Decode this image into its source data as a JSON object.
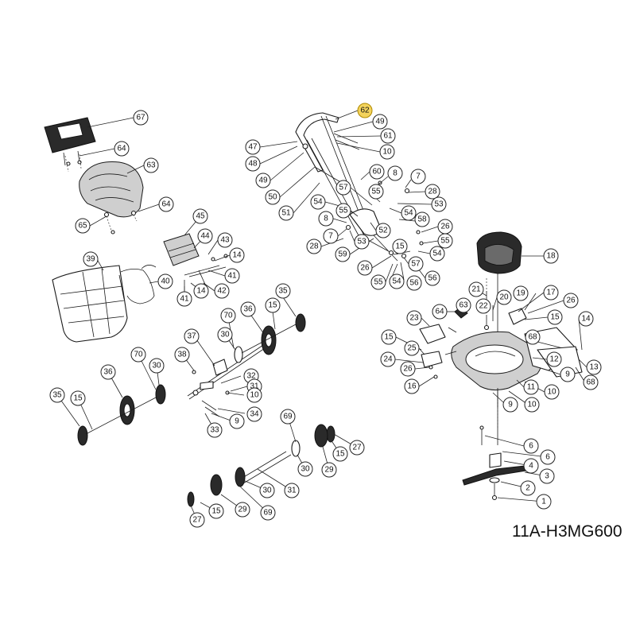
{
  "model_code": "11A-H3MG600",
  "highlight_color": "#f3d35c",
  "callouts": [
    {
      "label": "67",
      "highlight": false
    },
    {
      "label": "64",
      "highlight": false
    },
    {
      "label": "63",
      "highlight": false
    },
    {
      "label": "64",
      "highlight": false
    },
    {
      "label": "65",
      "highlight": false
    },
    {
      "label": "45",
      "highlight": false
    },
    {
      "label": "44",
      "highlight": false
    },
    {
      "label": "43",
      "highlight": false
    },
    {
      "label": "14",
      "highlight": false
    },
    {
      "label": "41",
      "highlight": false
    },
    {
      "label": "14",
      "highlight": false
    },
    {
      "label": "42",
      "highlight": false
    },
    {
      "label": "41",
      "highlight": false
    },
    {
      "label": "39",
      "highlight": false
    },
    {
      "label": "40",
      "highlight": false
    },
    {
      "label": "62",
      "highlight": true
    },
    {
      "label": "49",
      "highlight": false
    },
    {
      "label": "61",
      "highlight": false
    },
    {
      "label": "10",
      "highlight": false
    },
    {
      "label": "47",
      "highlight": false
    },
    {
      "label": "48",
      "highlight": false
    },
    {
      "label": "49",
      "highlight": false
    },
    {
      "label": "50",
      "highlight": false
    },
    {
      "label": "51",
      "highlight": false
    },
    {
      "label": "60",
      "highlight": false
    },
    {
      "label": "8",
      "highlight": false
    },
    {
      "label": "7",
      "highlight": false
    },
    {
      "label": "57",
      "highlight": false
    },
    {
      "label": "55",
      "highlight": false
    },
    {
      "label": "28",
      "highlight": false
    },
    {
      "label": "54",
      "highlight": false
    },
    {
      "label": "53",
      "highlight": false
    },
    {
      "label": "55",
      "highlight": false
    },
    {
      "label": "54",
      "highlight": false
    },
    {
      "label": "8",
      "highlight": false
    },
    {
      "label": "58",
      "highlight": false
    },
    {
      "label": "26",
      "highlight": false
    },
    {
      "label": "7",
      "highlight": false
    },
    {
      "label": "52",
      "highlight": false
    },
    {
      "label": "55",
      "highlight": false
    },
    {
      "label": "53",
      "highlight": false
    },
    {
      "label": "28",
      "highlight": false
    },
    {
      "label": "15",
      "highlight": false
    },
    {
      "label": "54",
      "highlight": false
    },
    {
      "label": "59",
      "highlight": false
    },
    {
      "label": "26",
      "highlight": false
    },
    {
      "label": "57",
      "highlight": false
    },
    {
      "label": "56",
      "highlight": false
    },
    {
      "label": "55",
      "highlight": false
    },
    {
      "label": "54",
      "highlight": false
    },
    {
      "label": "56",
      "highlight": false
    },
    {
      "label": "18",
      "highlight": false
    },
    {
      "label": "21",
      "highlight": false
    },
    {
      "label": "19",
      "highlight": false
    },
    {
      "label": "17",
      "highlight": false
    },
    {
      "label": "22",
      "highlight": false
    },
    {
      "label": "20",
      "highlight": false
    },
    {
      "label": "26",
      "highlight": false
    },
    {
      "label": "64",
      "highlight": false
    },
    {
      "label": "63",
      "highlight": false
    },
    {
      "label": "15",
      "highlight": false
    },
    {
      "label": "23",
      "highlight": false
    },
    {
      "label": "68",
      "highlight": false
    },
    {
      "label": "14",
      "highlight": false
    },
    {
      "label": "15",
      "highlight": false
    },
    {
      "label": "25",
      "highlight": false
    },
    {
      "label": "24",
      "highlight": false
    },
    {
      "label": "26",
      "highlight": false
    },
    {
      "label": "16",
      "highlight": false
    },
    {
      "label": "12",
      "highlight": false
    },
    {
      "label": "13",
      "highlight": false
    },
    {
      "label": "9",
      "highlight": false
    },
    {
      "label": "11",
      "highlight": false
    },
    {
      "label": "10",
      "highlight": false
    },
    {
      "label": "68",
      "highlight": false
    },
    {
      "label": "9",
      "highlight": false
    },
    {
      "label": "10",
      "highlight": false
    },
    {
      "label": "35",
      "highlight": false
    },
    {
      "label": "36",
      "highlight": false
    },
    {
      "label": "15",
      "highlight": false
    },
    {
      "label": "70",
      "highlight": false
    },
    {
      "label": "30",
      "highlight": false
    },
    {
      "label": "37",
      "highlight": false
    },
    {
      "label": "38",
      "highlight": false
    },
    {
      "label": "32",
      "highlight": false
    },
    {
      "label": "31",
      "highlight": false
    },
    {
      "label": "10",
      "highlight": false
    },
    {
      "label": "34",
      "highlight": false
    },
    {
      "label": "9",
      "highlight": false
    },
    {
      "label": "33",
      "highlight": false
    },
    {
      "label": "70",
      "highlight": false
    },
    {
      "label": "36",
      "highlight": false
    },
    {
      "label": "30",
      "highlight": false
    },
    {
      "label": "35",
      "highlight": false
    },
    {
      "label": "15",
      "highlight": false
    },
    {
      "label": "69",
      "highlight": false
    },
    {
      "label": "30",
      "highlight": false
    },
    {
      "label": "29",
      "highlight": false
    },
    {
      "label": "15",
      "highlight": false
    },
    {
      "label": "27",
      "highlight": false
    },
    {
      "label": "31",
      "highlight": false
    },
    {
      "label": "30",
      "highlight": false
    },
    {
      "label": "69",
      "highlight": false
    },
    {
      "label": "29",
      "highlight": false
    },
    {
      "label": "15",
      "highlight": false
    },
    {
      "label": "27",
      "highlight": false
    },
    {
      "label": "6",
      "highlight": false
    },
    {
      "label": "6",
      "highlight": false
    },
    {
      "label": "4",
      "highlight": false
    },
    {
      "label": "3",
      "highlight": false
    },
    {
      "label": "2",
      "highlight": false
    },
    {
      "label": "1",
      "highlight": false
    }
  ]
}
